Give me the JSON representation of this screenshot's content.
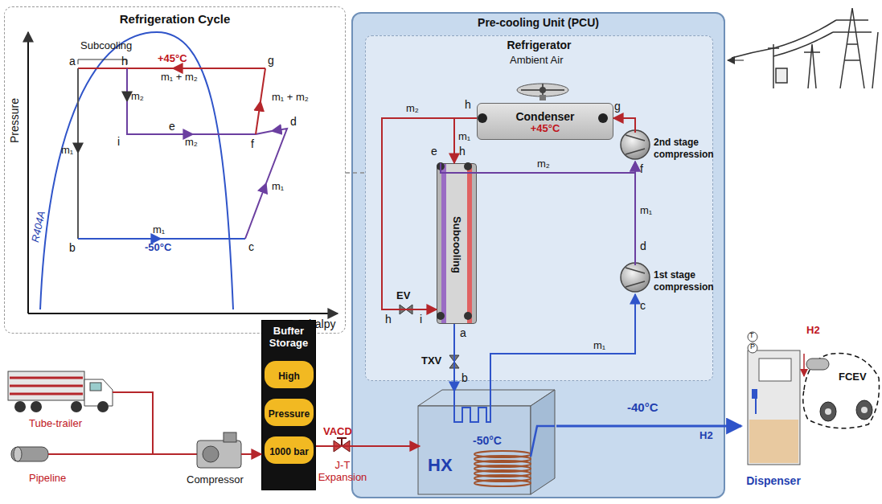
{
  "diagram": {
    "nodes": [
      {
        "text": [
          "Refrigeration Cycle"
        ]
      },
      {
        "text": [
          "Pre-cooling Unit (PCU)"
        ]
      },
      {
        "text": [
          "Refrigerator"
        ],
        "in": 1
      },
      {
        "text": [
          "Condenser",
          "+45°C"
        ],
        "in": 2
      },
      {
        "text": [
          "2nd stage compression"
        ],
        "in": 2
      },
      {
        "text": [
          "Subcooling"
        ],
        "in": 2
      },
      {
        "text": [
          "1st stage compression"
        ],
        "in": 2
      },
      {
        "text": [
          "-50°C",
          "HX"
        ],
        "in": 1
      },
      {
        "text": [
          "Buffer Storage"
        ]
      },
      {
        "text": [
          "High"
        ],
        "in": 8
      },
      {
        "text": [
          "Pressure"
        ],
        "in": 8
      },
      {
        "text": [
          "1000 bar"
        ],
        "in": 8
      },
      {
        "text": [
          "Dispenser"
        ]
      }
    ],
    "edges": [
      {
        "from": 4,
        "to": 3,
        "arrow": "to"
      },
      {
        "from": 3,
        "to": 5,
        "arrow": "to"
      },
      {
        "from": 3,
        "to": 5,
        "arrow": "to"
      },
      {
        "from": 5,
        "to": 7,
        "arrow": "to"
      },
      {
        "from": 7,
        "to": 6,
        "arrow": "to"
      },
      {
        "from": 6,
        "to": 4,
        "arrow": "to"
      },
      {
        "from": 5,
        "to": 4,
        "arrow": "to"
      },
      {
        "from": 8,
        "to": 7,
        "arrow": "to"
      },
      {
        "from": 7,
        "to": 12,
        "arrow": "to"
      },
      {
        "from": 0,
        "to": 2,
        "arrow": "none"
      }
    ],
    "labels": [
      "Pressure",
      "Enthalpy",
      "Subcooling",
      "+45°C",
      "-50°C",
      "R404A",
      "a",
      "h",
      "g",
      "i",
      "e",
      "f",
      "d",
      "b",
      "c",
      "m₁",
      "m₂",
      "m₁ + m₂",
      "m₁ + m₂",
      "m₂",
      "m₁",
      "m₁",
      "Ambient Air",
      "h",
      "g",
      "m₂",
      "m₁",
      "e",
      "h",
      "m₂",
      "f",
      "m₁",
      "d",
      "c",
      "EV",
      "h",
      "i",
      "a",
      "TXV",
      "b",
      "m₁",
      "-40°C",
      "H2",
      "H2",
      "FCEV",
      "Tube-trailer",
      "Pipeline",
      "Compressor",
      "VACD",
      "J-T Expansion",
      "T",
      "P"
    ]
  }
}
